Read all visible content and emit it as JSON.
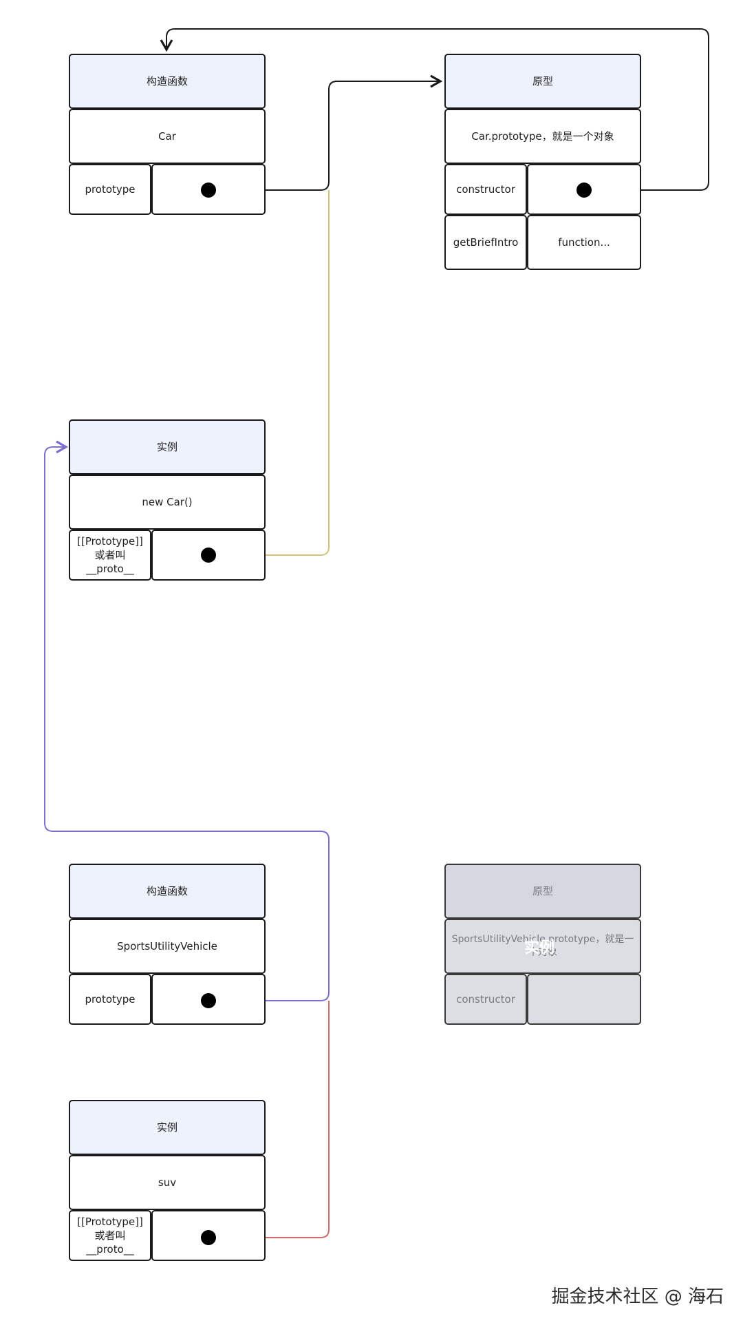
{
  "nodes": {
    "car_ctor": {
      "header": "构造函数",
      "name": "Car",
      "key": "prototype"
    },
    "car_proto": {
      "header": "原型",
      "name": "Car.prototype，就是一个对象",
      "key": "constructor",
      "method_key": "getBriefIntro",
      "method_value": "function..."
    },
    "car_instance": {
      "header": "实例",
      "name": "new Car()",
      "key_line1": "[[Prototype]]",
      "key_line2": "或者叫",
      "key_line3": "__proto__"
    },
    "suv_ctor": {
      "header": "构造函数",
      "name": "SportsUtilityVehicle",
      "key": "prototype"
    },
    "suv_proto": {
      "header": "原型",
      "name": "SportsUtilityVehicle.prototype，就是一个对象",
      "key": "constructor",
      "overlay": "实例"
    },
    "suv_instance": {
      "header": "实例",
      "name": "suv",
      "key_line1": "[[Prototype]]",
      "key_line2": "或者叫",
      "key_line3": "__proto__"
    }
  },
  "edge_colors": {
    "black": "#1a1a1a",
    "olive": "#d4c27a",
    "purple": "#7b6fd0",
    "red": "#d06a6a"
  },
  "watermark": "掘金技术社区 @ 海石"
}
